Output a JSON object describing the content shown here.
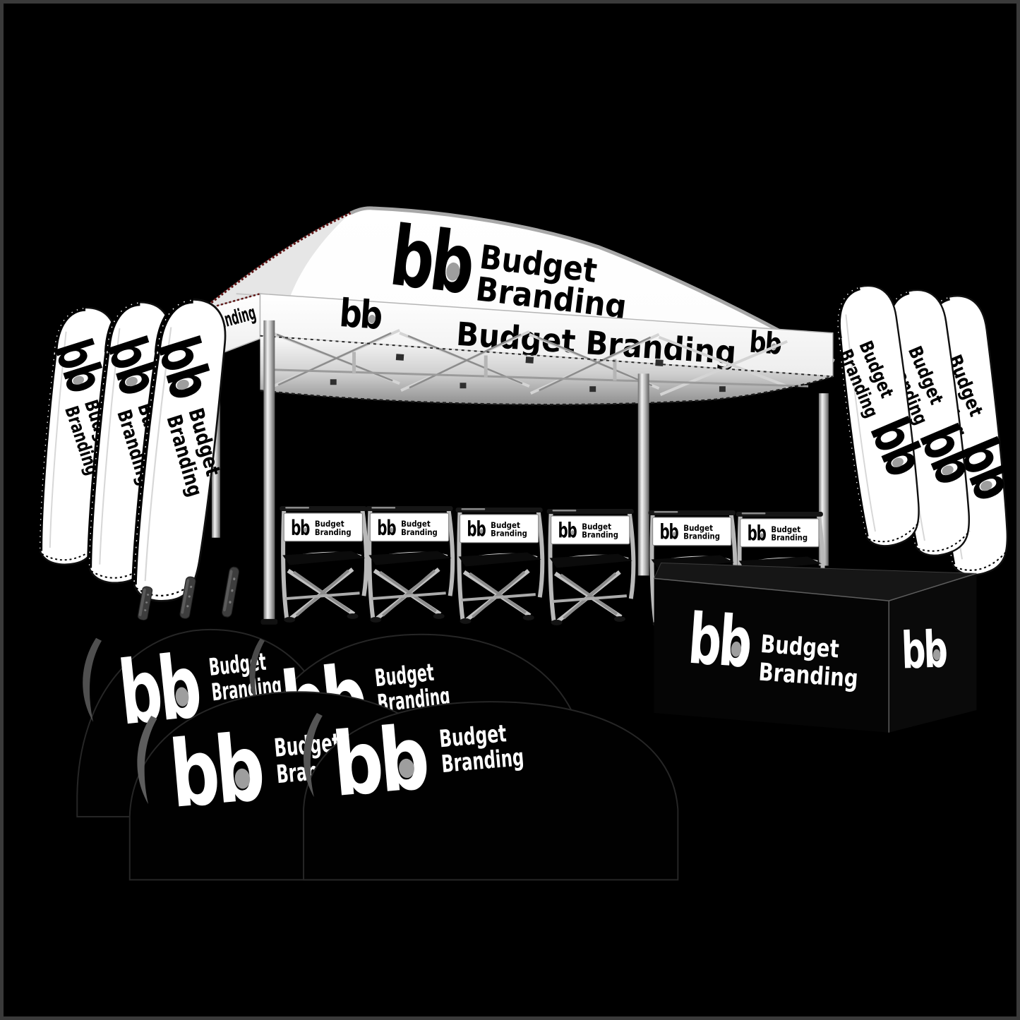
{
  "image_title": "Budget Branding event display kit mockup",
  "brand": {
    "logo_text": "bb",
    "name": "Budget Branding",
    "name_line1": "Budget",
    "name_line2": "Branding"
  },
  "colors": {
    "background": "#000000",
    "frame_border": "#3a3a3a",
    "canopy_white": "#ffffff",
    "print_black": "#000000",
    "print_white": "#ffffff",
    "metal_gray": "#c4c4c4",
    "logo_dot_gray": "#9e9e9e",
    "trim_red": "#5d1212"
  },
  "scene": {
    "tent": {
      "roof_logo": "bb",
      "roof_text_line1": "Budget",
      "roof_text_line2": "Branding",
      "valance_front_text": "Budget Branding",
      "valance_left_logo": "bb",
      "valance_right_logo": "bb",
      "valance_side_text": "Branding"
    },
    "feather_flags": {
      "count": 6,
      "left_count": 3,
      "right_count": 3,
      "flag_logo": "bb",
      "flag_text_line1": "Budget",
      "flag_text_line2": "Branding"
    },
    "directors_chairs": {
      "count": 6,
      "back_logo": "bb",
      "back_text_line1": "Budget",
      "back_text_line2": "Branding"
    },
    "table_throw": {
      "front_logo": "bb",
      "front_text_line1": "Budget",
      "front_text_line2": "Branding",
      "side_logo": "bb"
    },
    "dome_displays": {
      "count": 4,
      "logo": "bb",
      "text_line1": "Budget",
      "text_line2": "Branding"
    }
  }
}
